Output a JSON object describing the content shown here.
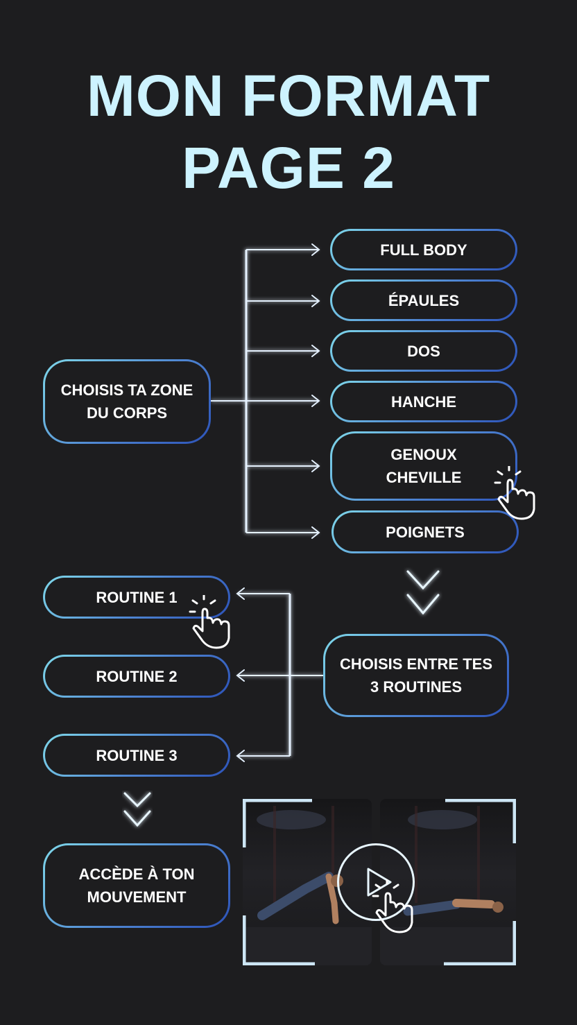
{
  "title": {
    "line1": "MON FORMAT",
    "line2": "PAGE 2"
  },
  "body_zone": {
    "label": "CHOISIS TA ZONE\nDU CORPS"
  },
  "zones": [
    "FULL BODY",
    "ÉPAULES",
    "DOS",
    "HANCHE",
    "GENOUX\nCHEVILLE",
    "POIGNETS"
  ],
  "routine_choice": {
    "label": "CHOISIS ENTRE TES\n3 ROUTINES"
  },
  "routines": [
    "ROUTINE 1",
    "ROUTINE 2",
    "ROUTINE 3"
  ],
  "movement": {
    "label": "ACCÈDE À TON\nMOUVEMENT"
  },
  "colors": {
    "background": "#1d1d1f",
    "title": "#cdf3ff",
    "border_start": "#7fd8ea",
    "border_end": "#2c52b8",
    "wire": "#e6f2ff"
  },
  "icons": {
    "pointer": "hand-pointer-icon",
    "chevrons": "double-chevron-down-icon",
    "play": "play-icon"
  }
}
